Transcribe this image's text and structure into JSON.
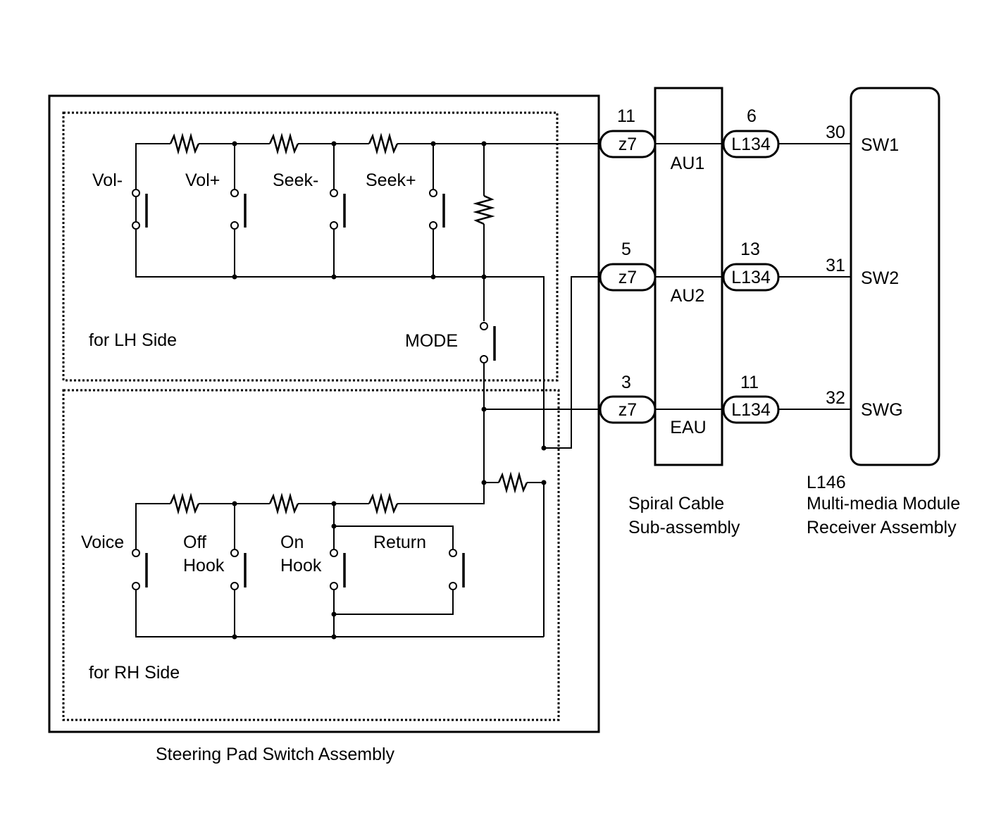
{
  "steering_pad": {
    "title": "Steering Pad Switch Assembly",
    "lh_label": "for LH Side",
    "rh_label": "for RH Side",
    "lh_switches": [
      "Vol-",
      "Vol+",
      "Seek-",
      "Seek+"
    ],
    "mode_label": "MODE",
    "rh_switches": {
      "voice": "Voice",
      "off_hook_1": "Off",
      "off_hook_2": "Hook",
      "on_hook_1": "On",
      "on_hook_2": "Hook",
      "return": "Return"
    }
  },
  "connectors": {
    "z7_name": "z7",
    "l134_name": "L134",
    "rows": [
      {
        "z7_pin": "11",
        "l134_pin": "6",
        "cable_term": "AU1",
        "module_pin": "30",
        "module_term": "SW1"
      },
      {
        "z7_pin": "5",
        "l134_pin": "13",
        "cable_term": "AU2",
        "module_pin": "31",
        "module_term": "SW2"
      },
      {
        "z7_pin": "3",
        "l134_pin": "11",
        "cable_term": "EAU",
        "module_pin": "32",
        "module_term": "SWG"
      }
    ]
  },
  "spiral_cable": {
    "line1": "Spiral Cable",
    "line2": "Sub-assembly"
  },
  "module": {
    "code": "L146",
    "line1": "Multi-media Module",
    "line2": "Receiver Assembly"
  }
}
